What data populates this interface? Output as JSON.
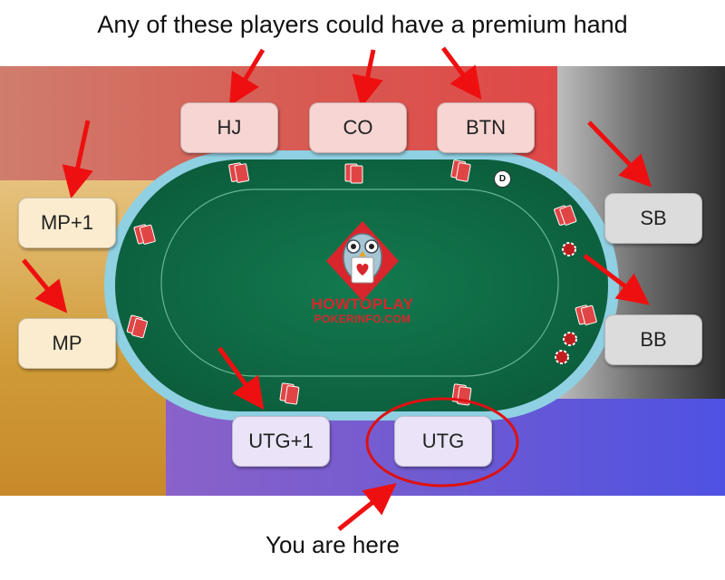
{
  "title": "Any of these players could have a premium hand",
  "caption": "You are here",
  "seats": {
    "hj": "HJ",
    "co": "CO",
    "btn": "BTN",
    "mp1": "MP+1",
    "mp": "MP",
    "sb": "SB",
    "bb": "BB",
    "utg1": "UTG+1",
    "utg": "UTG"
  },
  "dealer_button": "D",
  "logo": {
    "line1": "HOWTOPLAY",
    "line2": "POKERINFO.COM"
  },
  "colors": {
    "arrow": "#ee1010",
    "felt": "#0d6a45",
    "rail": "#8fd0e2",
    "highlight_circle": "#dd1111"
  }
}
